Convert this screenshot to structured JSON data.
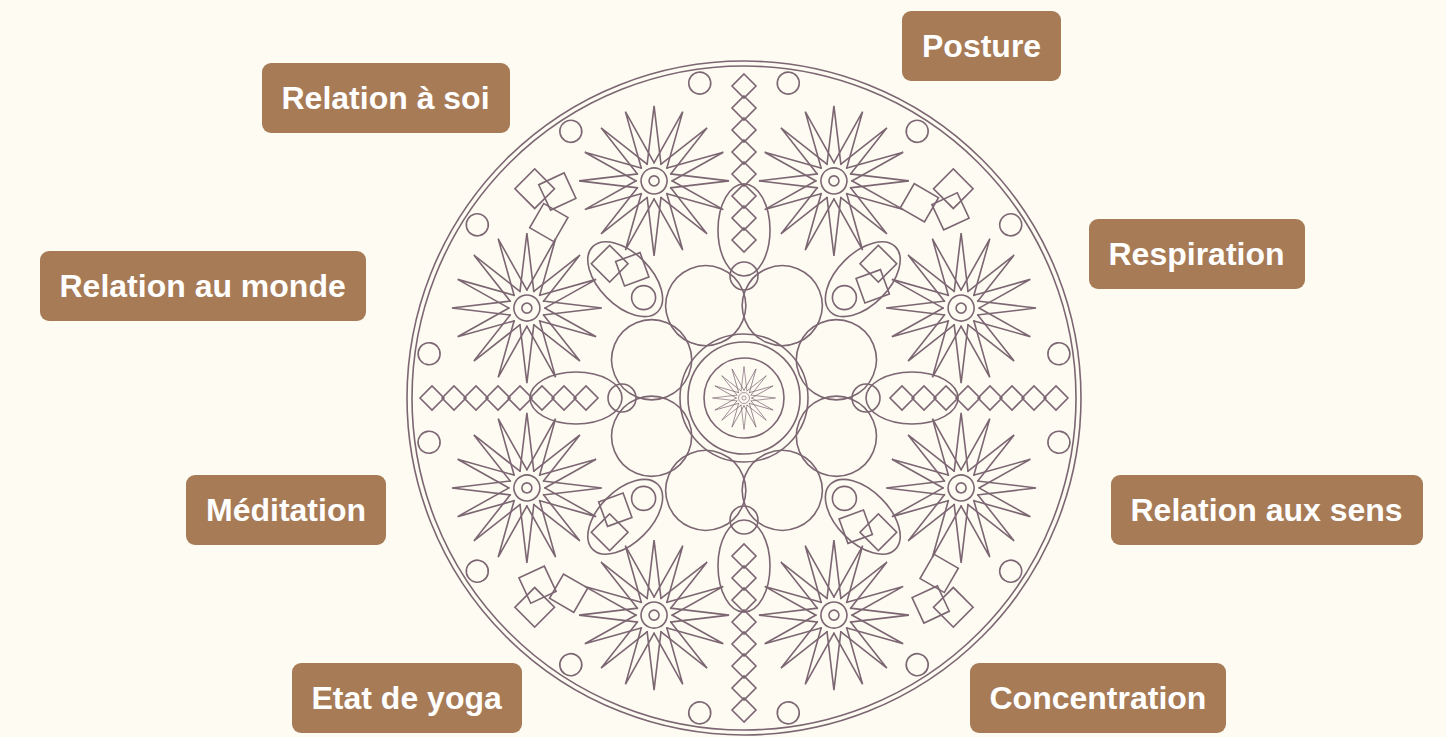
{
  "diagram": {
    "nodes": [
      {
        "text": [
          "Posture"
        ]
      },
      {
        "text": [
          "Relation à soi"
        ]
      },
      {
        "text": [
          "Respiration"
        ]
      },
      {
        "text": [
          "Relation au monde"
        ]
      },
      {
        "text": [
          "Méditation"
        ]
      },
      {
        "text": [
          "Relation aux sens"
        ]
      },
      {
        "text": [
          "Etat de yoga"
        ]
      },
      {
        "text": [
          "Concentration"
        ]
      }
    ]
  }
}
